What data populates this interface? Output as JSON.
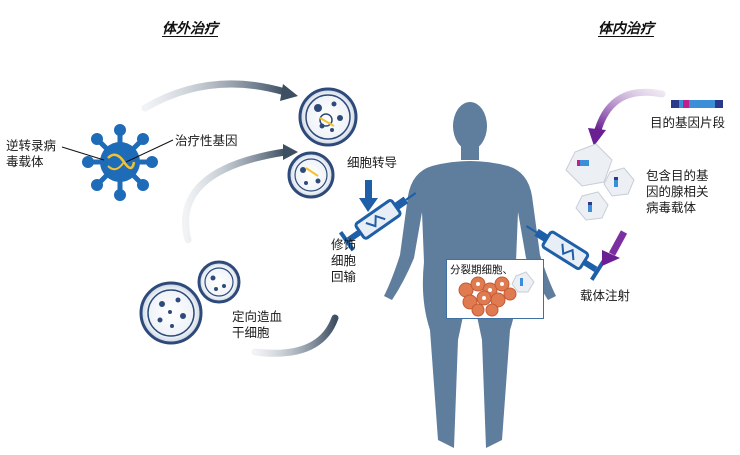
{
  "titles": {
    "ex_vivo": "体外治疗",
    "in_vivo": "体内治疗"
  },
  "labels": {
    "retro_vector": "逆转录病\n毒载体",
    "therapeutic_gene": "治疗性基因",
    "cell_transduction": "细胞转导",
    "modified_reinfusion": "修饰\n细胞\n回输",
    "targeted_hsc": "定向造血\n干细胞",
    "target_gene_fragment": "目的基因片段",
    "aav_vector": "包含目的基\n因的腺相关\n病毒载体",
    "vector_injection": "载体注射",
    "dividing_cells": "分裂期细胞、"
  },
  "colors": {
    "body": "#5f7d9c",
    "virus": "#1e6bb8",
    "arrow_gray": "#4a5d72",
    "purple": "#7b2fa0",
    "syringe": "#1e5fa8",
    "dish_ring": "#2e4a7a",
    "cells": "#e07a50"
  },
  "icons": [
    "retrovirus-icon",
    "petri-dish-icon",
    "syringe-icon",
    "human-body-icon",
    "aav-capsid-icon",
    "gene-fragment-icon"
  ]
}
